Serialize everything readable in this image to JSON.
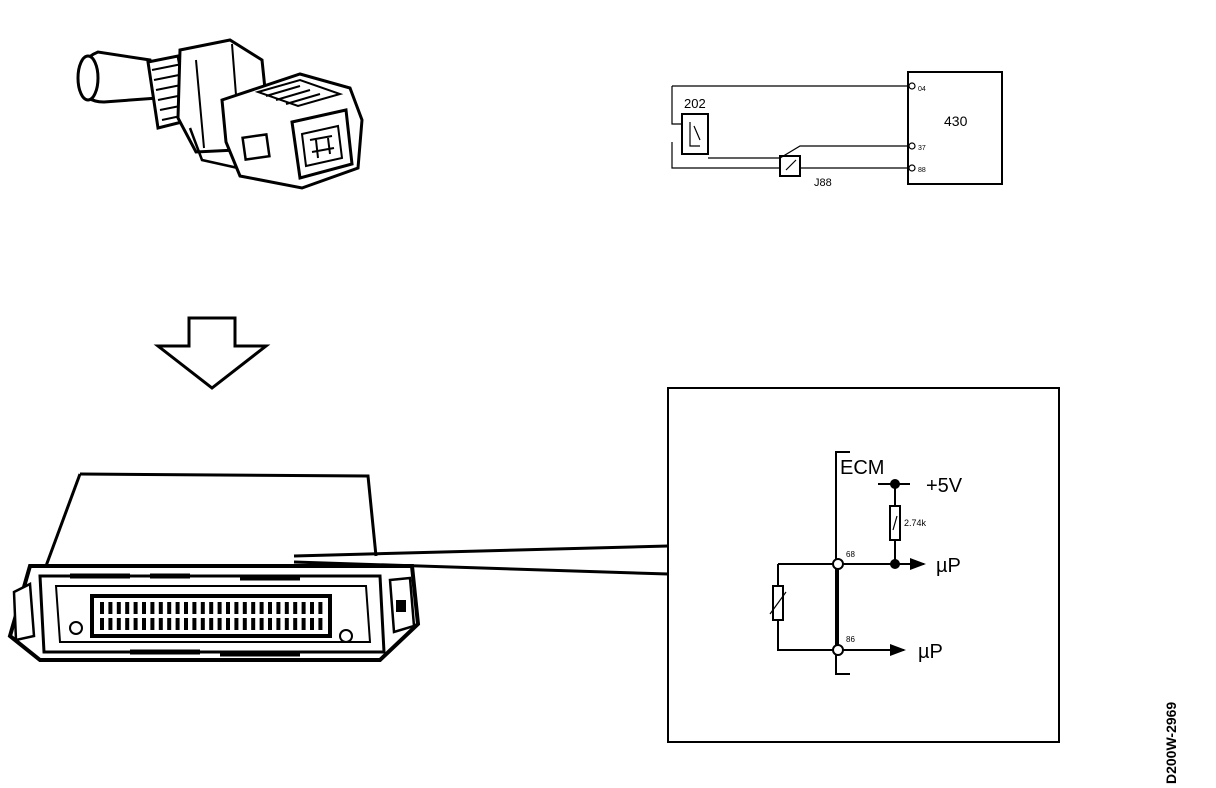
{
  "figure": {
    "code": "D200W-2969"
  },
  "wiring_diagram": {
    "sensor_label": "202",
    "connector_label": "J88",
    "module_label": "430",
    "pin_labels": [
      "04",
      "37",
      "88"
    ]
  },
  "circuit_diagram": {
    "ecm_label": "ECM",
    "supply_label": "+5V",
    "resistor_label": "2.74k",
    "pin_upper": "68",
    "pin_lower": "86",
    "output_upper": "µP",
    "output_lower": "µP"
  },
  "icons": [
    "temperature-sensor-icon",
    "down-arrow-icon",
    "ecm-unit-icon",
    "thermistor-icon",
    "resistor-icon"
  ]
}
